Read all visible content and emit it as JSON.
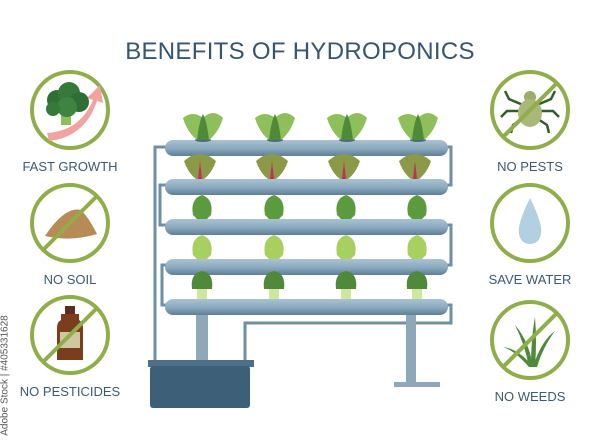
{
  "title": "BENEFITS OF HYDROPONICS",
  "benefits_left": [
    {
      "label": "FAST GROWTH",
      "icon": "broccoli-growth-arrow-icon",
      "crossed": false
    },
    {
      "label": "NO SOIL",
      "icon": "soil-pile-icon",
      "crossed": true
    },
    {
      "label": "NO PESTICIDES",
      "icon": "pesticide-bottle-icon",
      "crossed": true
    }
  ],
  "benefits_right": [
    {
      "label": "NO PESTS",
      "icon": "bug-icon",
      "crossed": true
    },
    {
      "label": "SAVE WATER",
      "icon": "water-drop-icon",
      "crossed": false
    },
    {
      "label": "NO WEEDS",
      "icon": "weed-grass-icon",
      "crossed": true
    }
  ],
  "system": {
    "tiers": 5,
    "plants_per_tier": 4,
    "tier_plants": [
      "frilly lettuce",
      "red chard",
      "romaine",
      "napa cabbage",
      "bok choy"
    ]
  },
  "colors": {
    "title": "#35566e",
    "ring": "#8fae4a",
    "pipe": "#8aa8bd",
    "pipe_dark": "#5f7f96",
    "reservoir": "#3d5f78"
  },
  "watermark": "Adobe Stock | #405331628"
}
